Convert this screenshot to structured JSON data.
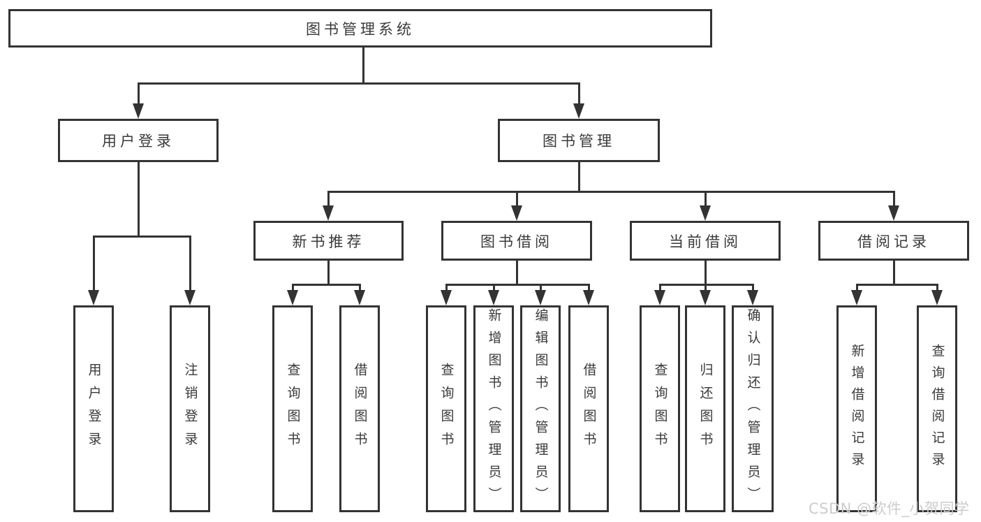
{
  "diagram_title": "图书管理系统",
  "nodes": {
    "root": "图书管理系统",
    "user_login": "用户登录",
    "book_mgmt": "图书管理",
    "new_book_rec": "新书推荐",
    "book_borrow": "图书借阅",
    "current_borrow": "当前借阅",
    "borrow_records": "借阅记录",
    "ul_login": "用户登录",
    "ul_logout": "注销登录",
    "nb_query": "查询图书",
    "nb_borrow": "借阅图书",
    "bb_query": "查询图书",
    "bb_add": "新增图书（管理员）",
    "bb_edit": "编辑图书（管理员）",
    "bb_borrow": "借阅图书",
    "cb_query": "查询图书",
    "cb_return": "归还图书",
    "cb_confirm": "确认归还（管理员）",
    "br_add": "新增借阅记录",
    "br_query": "查询借阅记录"
  },
  "watermark": "CSDN @软件_小贺同学",
  "colors": {
    "line": "#333333",
    "box_background": "#ffffff",
    "watermark": "#cccccc",
    "page_background": "#ffffff"
  }
}
